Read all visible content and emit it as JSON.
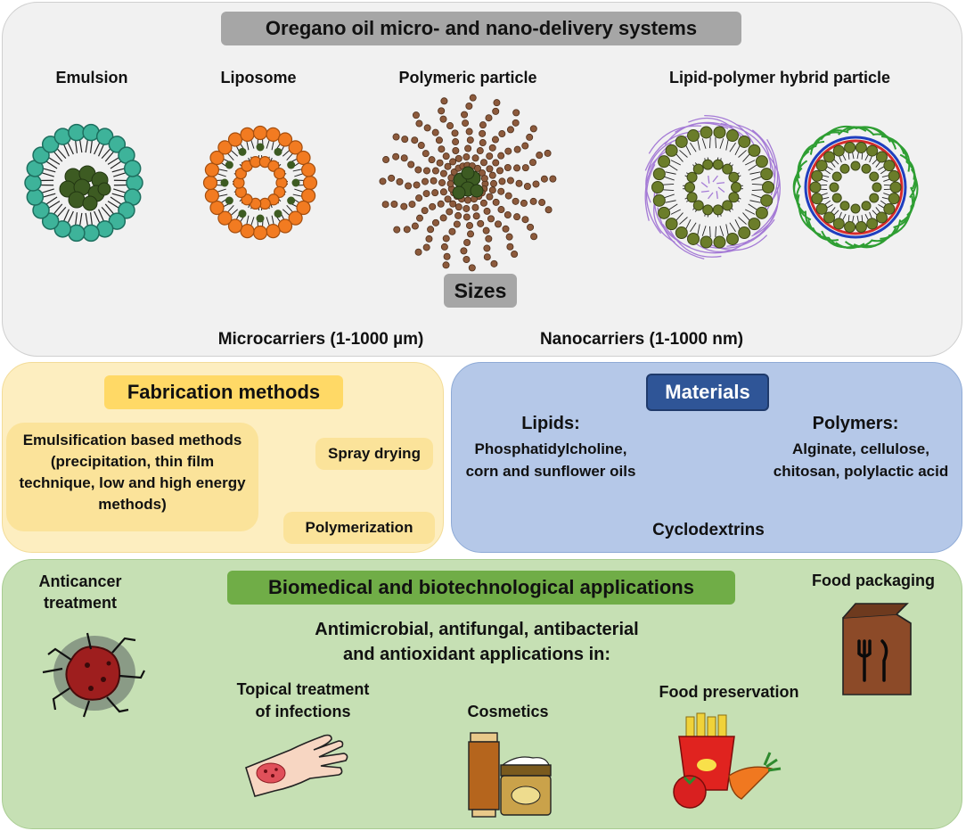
{
  "top": {
    "title": "Oregano oil micro- and nano-delivery systems",
    "systems": [
      "Emulsion",
      "Liposome",
      "Polymeric particle",
      "Lipid-polymer hybrid particle"
    ],
    "sizes_title": "Sizes",
    "micro": "Microcarriers (1-1000 µm)",
    "nano": "Nanocarriers (1-1000 nm)"
  },
  "fabrication": {
    "title": "Fabrication methods",
    "emulsification": "Emulsification based methods (precipitation, thin film technique, low and high energy methods)",
    "spray": "Spray drying",
    "poly": "Polymerization"
  },
  "materials": {
    "title": "Materials",
    "lipids_title": "Lipids:",
    "lipids_1": "Phosphatidylcholine,",
    "lipids_2": "corn and sunflower oils",
    "polymers_title": "Polymers:",
    "polymers_1": "Alginate, cellulose,",
    "polymers_2": "chitosan, polylactic acid",
    "cyclo": "Cyclodextrins"
  },
  "applications": {
    "title": "Biomedical and biotechnological applications",
    "anticancer_1": "Anticancer",
    "anticancer_2": "treatment",
    "food_packaging": "Food packaging",
    "antimicrobial_1": "Antimicrobial, antifungal, antibacterial",
    "antimicrobial_2": "and antioxidant applications in:",
    "topical_1": "Topical treatment",
    "topical_2": "of infections",
    "cosmetics": "Cosmetics",
    "food_preservation": "Food preservation"
  },
  "colors": {
    "top_header": "#a6a6a6",
    "fab_header": "#ffd966",
    "mat_header": "#2f5597",
    "app_header": "#70ad47",
    "teal": "#3eb39a",
    "orange": "#f27b21",
    "olive": "#6b7d2a",
    "dark_green": "#3d5b22",
    "brown": "#8c5a3c",
    "purple": "#a57bd6"
  }
}
